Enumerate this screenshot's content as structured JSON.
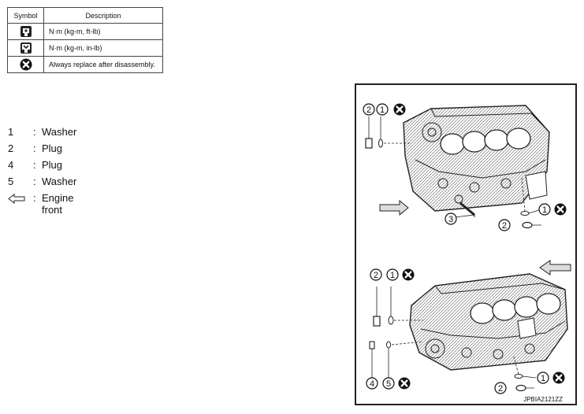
{
  "symbol_table": {
    "header_symbol": "Symbol",
    "header_description": "Description",
    "rows": [
      {
        "icon": "torque-wrench-icon",
        "description": "N·m (kg-m, ft-lb)"
      },
      {
        "icon": "torque-wrench-small-icon",
        "description": "N·m (kg-m, in-lb)"
      },
      {
        "icon": "replace-x-icon",
        "description": "Always replace after disassembly."
      }
    ]
  },
  "legend": {
    "items": [
      {
        "key": "1",
        "separator": ":",
        "text": "Washer"
      },
      {
        "key": "2",
        "separator": ":",
        "text": "Plug"
      },
      {
        "key": "4",
        "separator": ":",
        "text": "Plug"
      },
      {
        "key": "5",
        "separator": ":",
        "text": "Washer"
      }
    ],
    "arrow_item": {
      "icon": "engine-front-arrow-icon",
      "separator": ":",
      "text": "Engine front"
    }
  },
  "figure": {
    "callouts": [
      "2",
      "1",
      "1",
      "2",
      "3",
      "2",
      "1",
      "4",
      "5",
      "1",
      "2"
    ],
    "figure_id": "JPBIA2121ZZ"
  }
}
